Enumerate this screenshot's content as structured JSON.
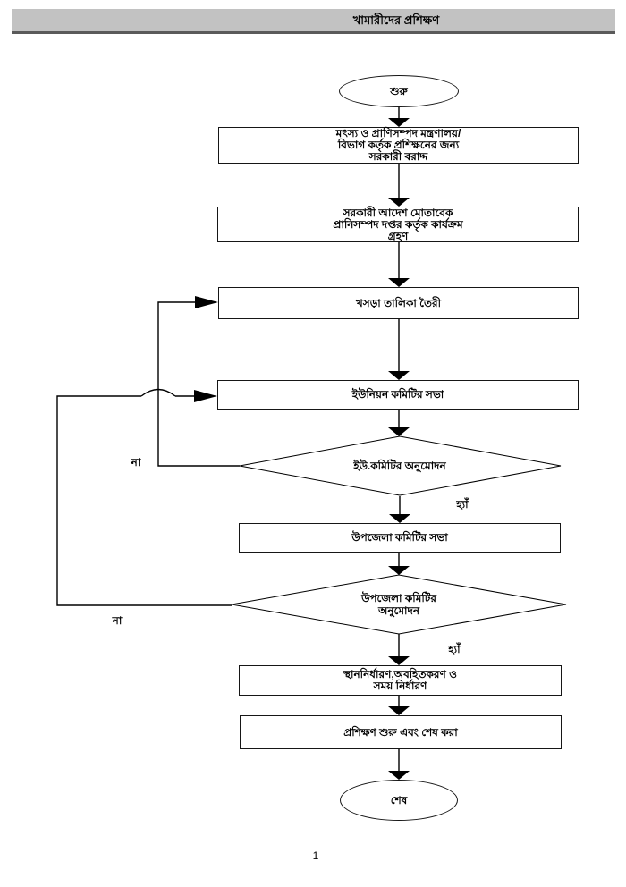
{
  "header": {
    "title": "খামারীদের প্রশিক্ষণ"
  },
  "colors": {
    "header_bar": "#c2c2c2",
    "header_underline": "#5a5a5a",
    "line": "#000000",
    "shape_fill": "#ffffff",
    "text": "#000000"
  },
  "flowchart": {
    "nodes": [
      {
        "id": "start",
        "type": "terminator",
        "lines": [
          "শুরু"
        ]
      },
      {
        "id": "govt-allocation",
        "type": "process",
        "lines": [
          "মৎস্য ও প্রাণিসম্পদ মন্ত্রণালয়/",
          "বিভাগ কর্তৃক প্রশিক্ষনের জন্য",
          "সরকারী বরাদ্দ"
        ]
      },
      {
        "id": "program-adoption",
        "type": "process",
        "lines": [
          "সরকারী আদেশ মোতাবেক",
          "প্রানিসম্পদ দপ্তর কর্তৃক কার্যক্রম",
          "গ্রহণ"
        ]
      },
      {
        "id": "draft-list",
        "type": "process",
        "lines": [
          "খসড়া তালিকা  তৈরী"
        ]
      },
      {
        "id": "union-committee-meeting",
        "type": "process",
        "lines": [
          "ইউনিয়ন কমিটির সভা"
        ]
      },
      {
        "id": "union-approval",
        "type": "decision",
        "lines": [
          "ইউ.কমিটির অনুমোদন"
        ]
      },
      {
        "id": "upazila-committee-meeting",
        "type": "process",
        "lines": [
          "উপজেলা কমিটির সভা"
        ]
      },
      {
        "id": "upazila-approval",
        "type": "decision",
        "lines": [
          "উপজেলা কমিটির",
          "অনুমোদন"
        ]
      },
      {
        "id": "venue-and-time",
        "type": "process",
        "lines": [
          "স্থাননির্ধারণ,অবহিতকরণ ও",
          "সময় নির্ধারণ"
        ]
      },
      {
        "id": "run-training",
        "type": "process",
        "lines": [
          "প্রশিক্ষণ শুরু এবং শেষ করা"
        ]
      },
      {
        "id": "end",
        "type": "terminator",
        "lines": [
          "শেষ"
        ]
      }
    ],
    "labels": [
      {
        "id": "no-union",
        "text": "না"
      },
      {
        "id": "yes-union",
        "text": "হ্যাঁ"
      },
      {
        "id": "no-upazila",
        "text": "না"
      },
      {
        "id": "yes-upazila",
        "text": "হ্যাঁ"
      }
    ],
    "edges": [
      {
        "from": "start",
        "to": "govt-allocation"
      },
      {
        "from": "govt-allocation",
        "to": "program-adoption"
      },
      {
        "from": "program-adoption",
        "to": "draft-list"
      },
      {
        "from": "draft-list",
        "to": "union-committee-meeting"
      },
      {
        "from": "union-committee-meeting",
        "to": "union-approval"
      },
      {
        "from": "union-approval",
        "to": "upazila-committee-meeting",
        "label": "হ্যাঁ"
      },
      {
        "from": "union-approval",
        "to": "draft-list",
        "label": "না"
      },
      {
        "from": "upazila-committee-meeting",
        "to": "upazila-approval"
      },
      {
        "from": "upazila-approval",
        "to": "venue-and-time",
        "label": "হ্যাঁ"
      },
      {
        "from": "upazila-approval",
        "to": "union-committee-meeting",
        "label": "না"
      },
      {
        "from": "venue-and-time",
        "to": "run-training"
      },
      {
        "from": "run-training",
        "to": "end"
      }
    ]
  },
  "page": {
    "number_label": "1"
  }
}
